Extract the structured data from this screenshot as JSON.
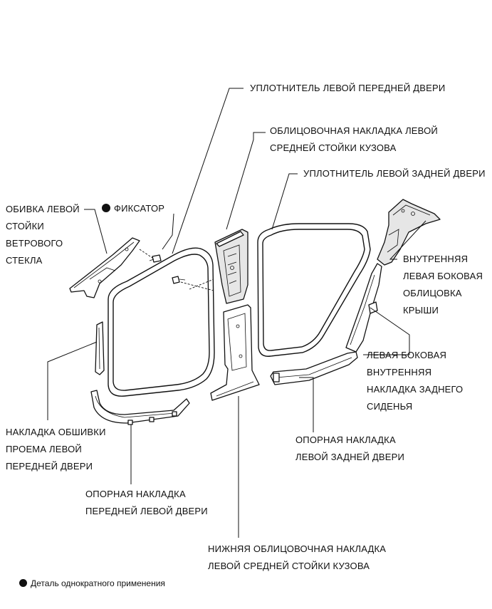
{
  "labels": {
    "front_door_seal": "УПЛОТНИТЕЛЬ ЛЕВОЙ ПЕРЕДНЕЙ ДВЕРИ",
    "b_pillar_garnish": [
      "ОБЛИЦОВОЧНАЯ НАКЛАДКА ЛЕВОЙ",
      "СРЕДНЕЙ СТОЙКИ КУЗОВА"
    ],
    "rear_door_seal": "УПЛОТНИТЕЛЬ ЛЕВОЙ ЗАДНЕЙ ДВЕРИ",
    "a_pillar_garnish": [
      "ОБИВКА ЛЕВОЙ",
      "СТОЙКИ",
      "ВЕТРОВОГО",
      "СТЕКЛА"
    ],
    "clip": "ФИКСАТОР",
    "roof_side_trim": [
      "ВНУТРЕННЯЯ",
      "ЛЕВАЯ БОКОВАЯ",
      "ОБЛИЦОВКА",
      "КРЫШИ"
    ],
    "rear_seat_side_garnish": [
      "ЛЕВАЯ БОКОВАЯ",
      "ВНУТРЕННЯЯ",
      "НАКЛАДКА ЗАДНЕГО",
      "СИДЕНЬЯ"
    ],
    "front_opening_trim": [
      "НАКЛАДКА ОБШИВКИ",
      "ПРОЕМА ЛЕВОЙ",
      "ПЕРЕДНЕЙ ДВЕРИ"
    ],
    "rear_scuff_plate": [
      "ОПОРНАЯ НАКЛАДКА",
      "ЛЕВОЙ ЗАДНЕЙ ДВЕРИ"
    ],
    "front_scuff_plate": [
      "ОПОРНАЯ НАКЛАДКА",
      "ПЕРЕДНЕЙ ЛЕВОЙ ДВЕРИ"
    ],
    "lower_b_pillar_garnish": [
      "НИЖНЯЯ ОБЛИЦОВОЧНАЯ НАКЛАДКА",
      "ЛЕВОЙ СРЕДНЕЙ СТОЙКИ КУЗОВА"
    ]
  },
  "legend": {
    "marker": "filled-circle",
    "text": "Деталь однократного применения"
  }
}
